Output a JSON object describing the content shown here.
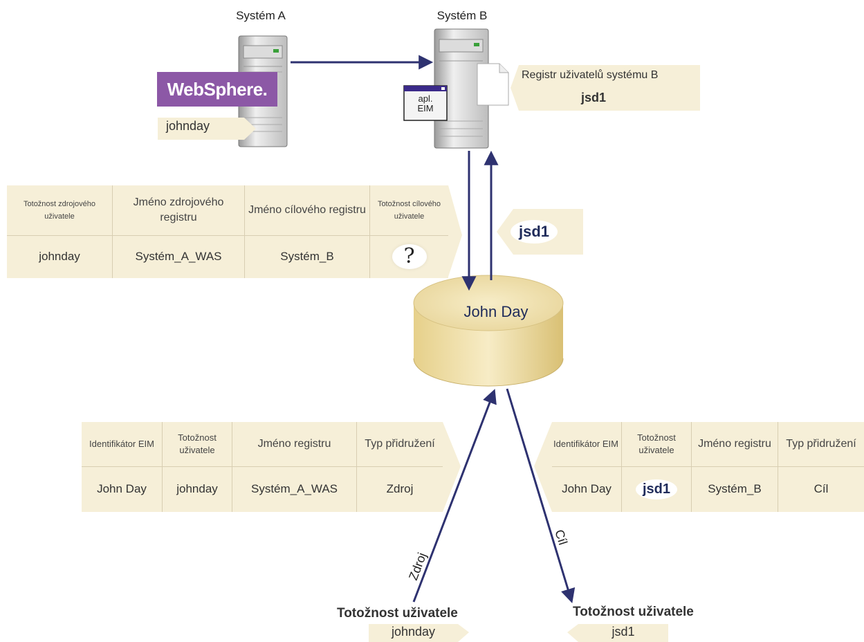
{
  "system_a": {
    "label": "Systém A",
    "logo": "WebSphere.",
    "user": "johnday"
  },
  "system_b": {
    "label": "Systém B",
    "app_label_line1": "apl.",
    "app_label_line2": "EIM",
    "registry_title": "Registr uživatelů systému B",
    "registry_user": "jsd1"
  },
  "returned_identity": "jsd1",
  "database_label": "John Day",
  "lookup_table": {
    "headers": [
      "Totožnost zdrojového uživatele",
      "Jméno zdrojového registru",
      "Jméno cílového registru",
      "Totožnost cílového uživatele"
    ],
    "values": [
      "johnday",
      "Systém_A_WAS",
      "Systém_B",
      "?"
    ]
  },
  "source_assoc_table": {
    "headers": [
      "Identifikátor EIM",
      "Totožnost uživatele",
      "Jméno registru",
      "Typ přidružení"
    ],
    "values": [
      "John Day",
      "johnday",
      "Systém_A_WAS",
      "Zdroj"
    ]
  },
  "target_assoc_table": {
    "headers": [
      "Identifikátor EIM",
      "Totožnost uživatele",
      "Jméno registru",
      "Typ přidružení"
    ],
    "values": [
      "John Day",
      "jsd1",
      "Systém_B",
      "Cíl"
    ]
  },
  "source_arrow_label": "Zdroj",
  "target_arrow_label": "Cíl",
  "source_identity": {
    "title": "Totožnost uživatele",
    "value": "johnday"
  },
  "target_identity": {
    "title": "Totožnost uživatele",
    "value": "jsd1"
  },
  "colors": {
    "arrow": "#2e3270",
    "tag_bg": "#f6efd8",
    "websphere": "#8c58a6",
    "db_top": "#f2e3b0",
    "db_side": "#e2cc86"
  }
}
